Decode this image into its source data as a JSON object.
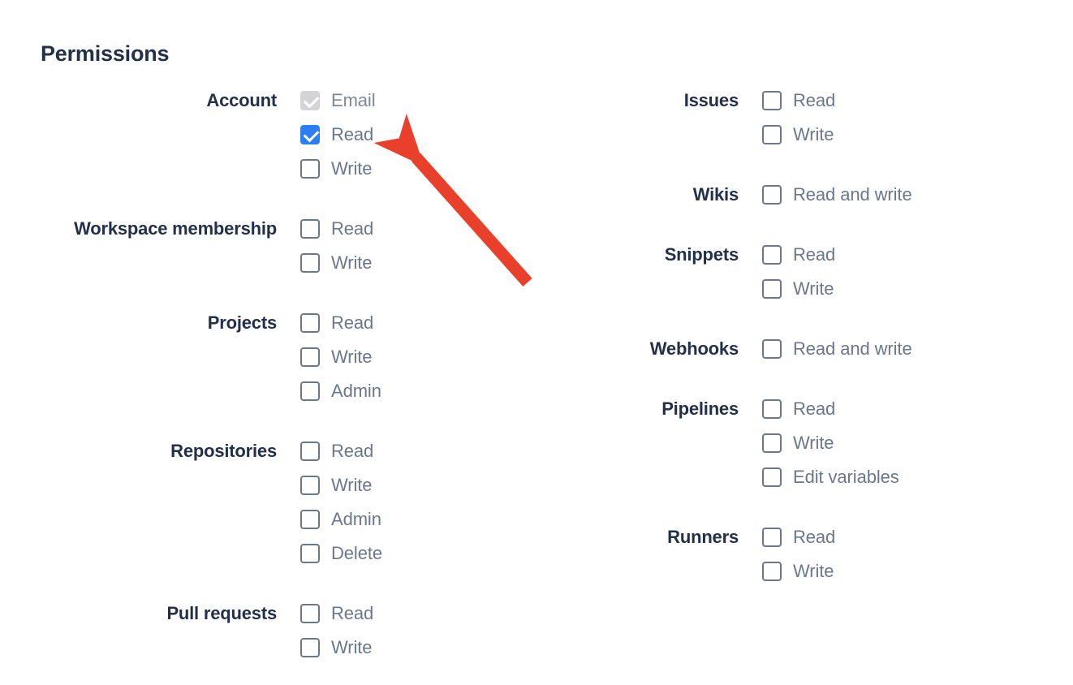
{
  "page": {
    "title": "Permissions",
    "title_color": "#22304a",
    "background": "#ffffff",
    "checked_color": "#2b7ff2",
    "disabled_checkbox_color": "#d4d4d6",
    "checkbox_border_color": "#6b778c",
    "option_label_color": "#6b778c"
  },
  "annotation": {
    "arrow_color": "#e8402a",
    "arrow_tip": "494,173",
    "arrow_tail": "650,348"
  },
  "columns": {
    "left": [
      {
        "label": "Account",
        "options": [
          {
            "label": "Email",
            "state": "disabled-checked"
          },
          {
            "label": "Read",
            "state": "checked"
          },
          {
            "label": "Write",
            "state": "unchecked"
          }
        ]
      },
      {
        "label": "Workspace membership",
        "options": [
          {
            "label": "Read",
            "state": "unchecked"
          },
          {
            "label": "Write",
            "state": "unchecked"
          }
        ]
      },
      {
        "label": "Projects",
        "options": [
          {
            "label": "Read",
            "state": "unchecked"
          },
          {
            "label": "Write",
            "state": "unchecked"
          },
          {
            "label": "Admin",
            "state": "unchecked"
          }
        ]
      },
      {
        "label": "Repositories",
        "options": [
          {
            "label": "Read",
            "state": "unchecked"
          },
          {
            "label": "Write",
            "state": "unchecked"
          },
          {
            "label": "Admin",
            "state": "unchecked"
          },
          {
            "label": "Delete",
            "state": "unchecked"
          }
        ]
      },
      {
        "label": "Pull requests",
        "options": [
          {
            "label": "Read",
            "state": "unchecked"
          },
          {
            "label": "Write",
            "state": "unchecked"
          }
        ]
      }
    ],
    "right": [
      {
        "label": "Issues",
        "options": [
          {
            "label": "Read",
            "state": "unchecked"
          },
          {
            "label": "Write",
            "state": "unchecked"
          }
        ]
      },
      {
        "label": "Wikis",
        "options": [
          {
            "label": "Read and write",
            "state": "unchecked"
          }
        ]
      },
      {
        "label": "Snippets",
        "options": [
          {
            "label": "Read",
            "state": "unchecked"
          },
          {
            "label": "Write",
            "state": "unchecked"
          }
        ]
      },
      {
        "label": "Webhooks",
        "options": [
          {
            "label": "Read and write",
            "state": "unchecked"
          }
        ]
      },
      {
        "label": "Pipelines",
        "options": [
          {
            "label": "Read",
            "state": "unchecked"
          },
          {
            "label": "Write",
            "state": "unchecked"
          },
          {
            "label": "Edit variables",
            "state": "unchecked"
          }
        ]
      },
      {
        "label": "Runners",
        "options": [
          {
            "label": "Read",
            "state": "unchecked"
          },
          {
            "label": "Write",
            "state": "unchecked"
          }
        ]
      }
    ]
  }
}
